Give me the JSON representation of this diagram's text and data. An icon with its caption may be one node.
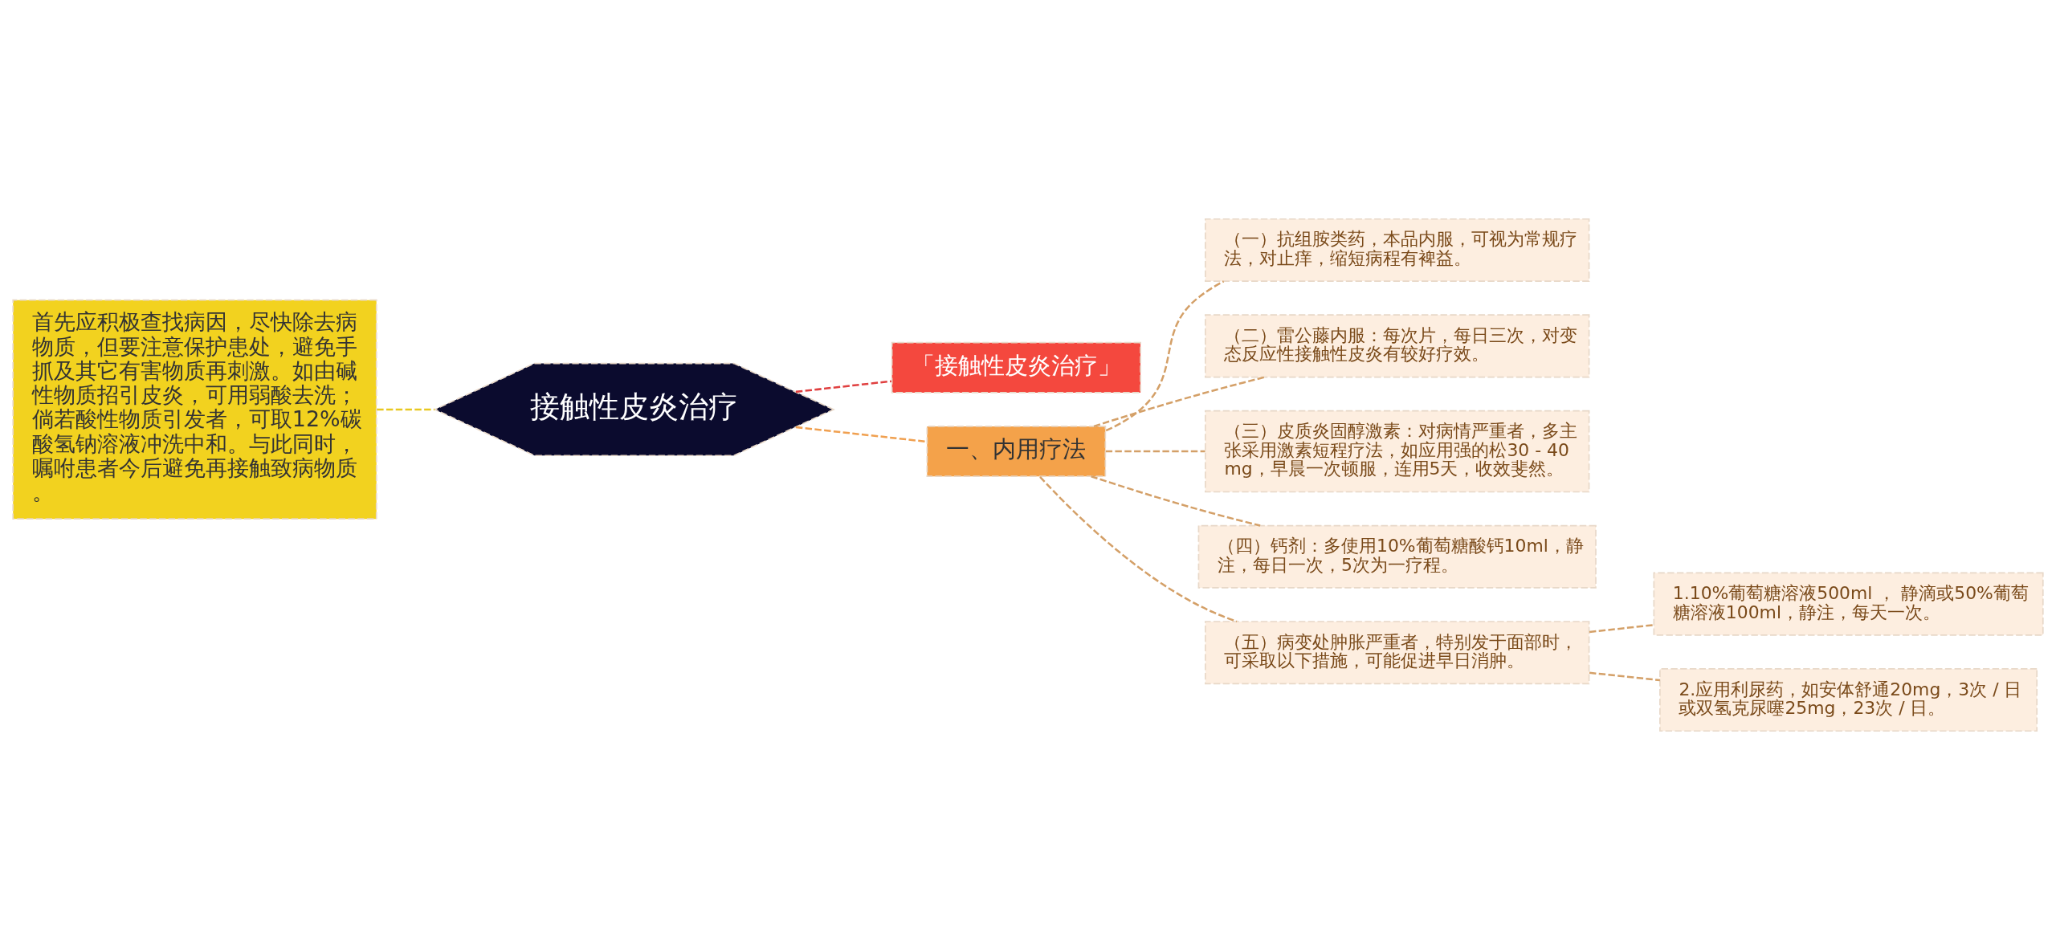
{
  "diagram": {
    "nodes": [
      {
        "text": [
          "接触性皮炎治疗"
        ]
      },
      {
        "text": [
          "首先应积极查找病因，尽快除去病物质，但要注意保护患处，避免手抓及其它有害物质再刺激。如由碱性物质招引皮炎，可用弱酸去洗；倘若酸性物质引发者，可取12%碳酸氢钠溶液冲洗中和。与此同时，嘱咐患者今后避免再接触致病物质。"
        ]
      },
      {
        "text": [
          "「接触性皮炎治疗」"
        ]
      },
      {
        "text": [
          "一、内用疗法"
        ]
      },
      {
        "text": [
          "（一）抗组胺类药，本品内服，可视为常规疗法，对止痒，缩短病程有裨益。"
        ]
      },
      {
        "text": [
          "（二）雷公藤内服：每次片，每日三次，对变态反应性接触性皮炎有较好疗效。"
        ]
      },
      {
        "text": [
          "（三）皮质炎固醇激素：对病情严重者，多主张采用激素短程疗法，如应用强的松30 - 40 mg，早晨一次顿服，连用5天，收效斐然。"
        ]
      },
      {
        "text": [
          "（四）钙剂：多使用10%葡萄糖酸钙10ml，静注，每日一次，5次为一疗程。"
        ]
      },
      {
        "text": [
          "（五）病变处肿胀严重者，特别发于面部时，可采取以下措施，可能促进早日消肿。"
        ]
      },
      {
        "text": [
          "1.10%葡萄糖溶液500ml ， 静滴或50%葡萄糖溶液100ml，静注，每天一次。"
        ]
      },
      {
        "text": [
          "2.应用利尿药，如安体舒通20mg，3次 / 日或双氢克尿噻25mg，23次 / 日。"
        ]
      }
    ],
    "edges": [
      {
        "from": 1,
        "to": 0,
        "arrow": "none",
        "style": "dashed",
        "color": "#e8c820"
      },
      {
        "from": 0,
        "to": 2,
        "arrow": "none",
        "style": "dashed",
        "color": "#e04040"
      },
      {
        "from": 0,
        "to": 3,
        "arrow": "none",
        "style": "dashed",
        "color": "#f0a050"
      },
      {
        "from": 3,
        "to": 4,
        "arrow": "none",
        "style": "dashed"
      },
      {
        "from": 3,
        "to": 5,
        "arrow": "none",
        "style": "dashed"
      },
      {
        "from": 3,
        "to": 6,
        "arrow": "none",
        "style": "dashed"
      },
      {
        "from": 3,
        "to": 7,
        "arrow": "none",
        "style": "dashed"
      },
      {
        "from": 3,
        "to": 8,
        "arrow": "none",
        "style": "dashed"
      },
      {
        "from": 8,
        "to": 9,
        "arrow": "none",
        "style": "dashed"
      },
      {
        "from": 8,
        "to": 10,
        "arrow": "none",
        "style": "dashed"
      }
    ]
  }
}
